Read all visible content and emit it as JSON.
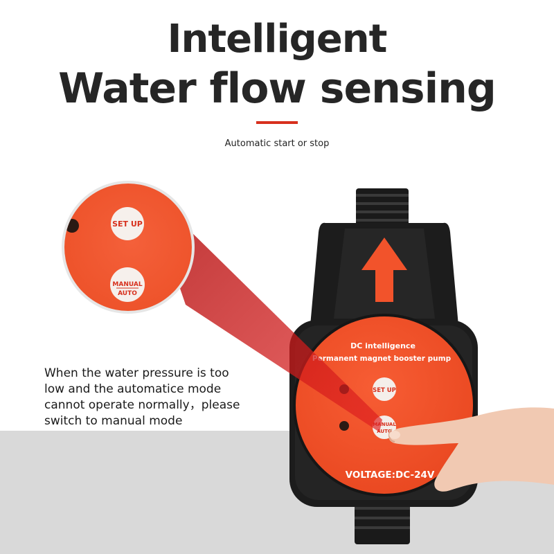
{
  "headline": {
    "line1": "Intelligent",
    "line2": "Water flow sensing"
  },
  "subtitle": "Automatic start or stop",
  "note": "When the water pressure is too\nlow and the automatice mode\ncannot operate normally，please\nswitch to manual mode",
  "device": {
    "brand_line": "DC intelligence",
    "model_line": "Permanent magnet booster pump",
    "voltage": "VOLTAGE:DC-24V",
    "setup_button": "SET UP",
    "manual_label": "MANUAL",
    "auto_label": "AUTO"
  },
  "zoom": {
    "setup_button": "SET UP",
    "manual_label": "MANUAL",
    "auto_label": "AUTO"
  },
  "colors": {
    "accent": "#d7301d",
    "panel_orange": "#f2532b",
    "housing_black": "#1c1c1c",
    "floor_gray": "#d9d9d9"
  }
}
